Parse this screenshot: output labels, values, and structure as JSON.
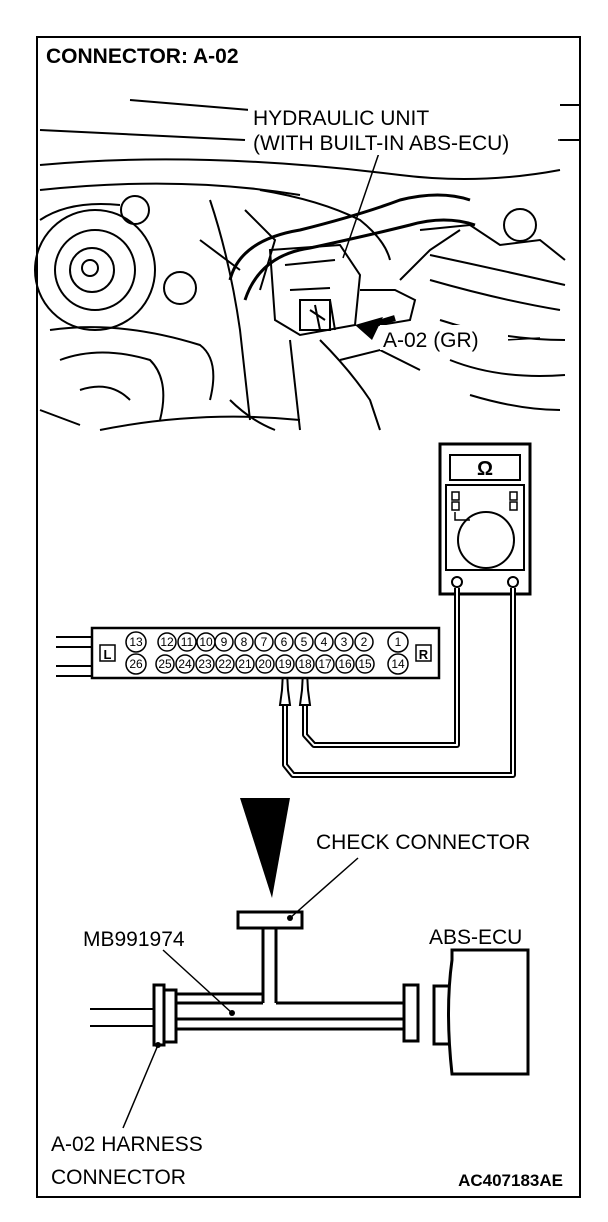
{
  "title": "CONNECTOR: A-02",
  "photo": {
    "label_line1": "HYDRAULIC UNIT",
    "label_line2": "(WITH BUILT-IN ABS-ECU)",
    "connector_label": "A-02 (GR)"
  },
  "meter": {
    "symbol": "Ω"
  },
  "connector_strip": {
    "left_tag": "L",
    "right_tag": "R",
    "top_pins": [
      "13",
      "12",
      "11",
      "10",
      "9",
      "8",
      "7",
      "6",
      "5",
      "4",
      "3",
      "2",
      "1"
    ],
    "bottom_pins": [
      "26",
      "25",
      "24",
      "23",
      "22",
      "21",
      "20",
      "19",
      "18",
      "17",
      "16",
      "15",
      "14"
    ]
  },
  "labels": {
    "check_connector": "CHECK CONNECTOR",
    "tool": "MB991974",
    "ecu": "ABS-ECU",
    "harness_line1": "A-02 HARNESS",
    "harness_line2": "CONNECTOR"
  },
  "figure_code": "AC407183AE"
}
